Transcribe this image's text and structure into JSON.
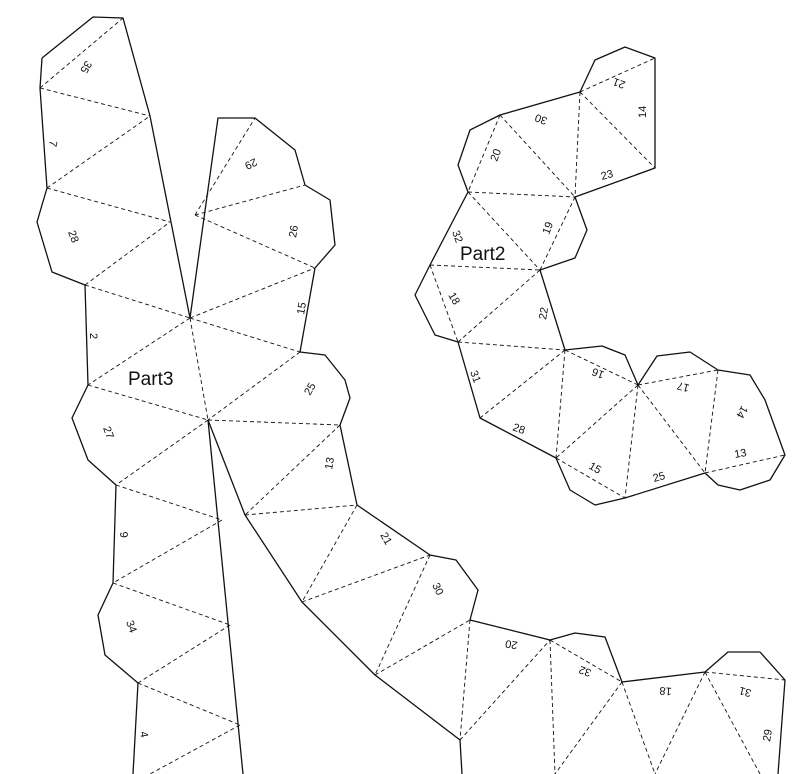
{
  "parts": [
    {
      "label": "Part2",
      "tab_numbers": [
        "21",
        "14",
        "30",
        "23",
        "20",
        "19",
        "32",
        "18",
        "22",
        "31",
        "16",
        "17",
        "14",
        "28",
        "15",
        "25",
        "13"
      ]
    },
    {
      "label": "Part3",
      "tab_numbers": [
        "35",
        "7",
        "29",
        "28",
        "26",
        "15",
        "2",
        "25",
        "27",
        "13",
        "9",
        "21",
        "30",
        "34",
        "20",
        "32",
        "18",
        "31",
        "4",
        "29"
      ]
    }
  ]
}
